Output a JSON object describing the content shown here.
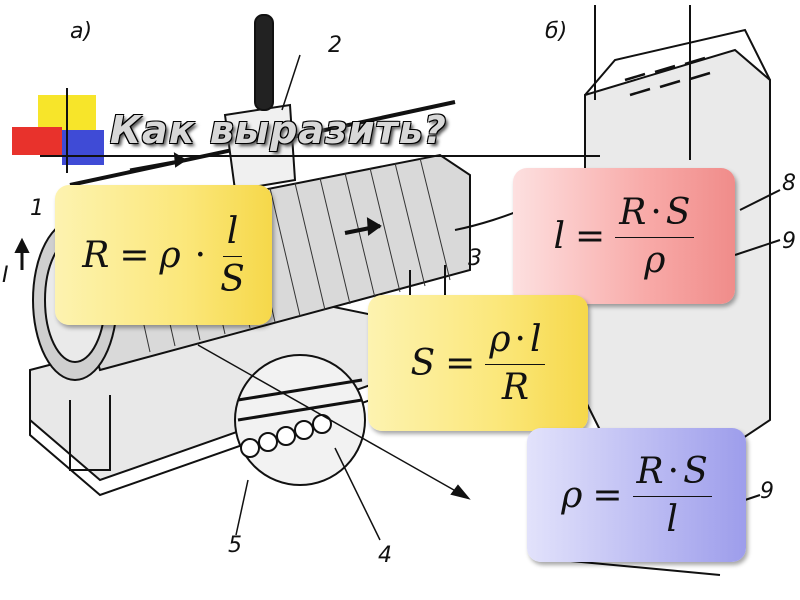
{
  "slide": {
    "title": "Как выразить?",
    "figure_labels": {
      "a": "а)",
      "b": "б)",
      "n1": "1",
      "n2": "2",
      "n3": "3",
      "n4": "4",
      "n5": "5",
      "n8": "8",
      "n9a": "9",
      "n9b": "9",
      "current": "I"
    },
    "formulas": {
      "resistance": {
        "lhs": "R",
        "eq": "=",
        "rho": "ρ",
        "dot": "·",
        "num": "l",
        "den": "S"
      },
      "length": {
        "lhs": "l",
        "eq": "=",
        "num_a": "R",
        "dot": "·",
        "num_b": "S",
        "den": "ρ"
      },
      "area": {
        "lhs": "S",
        "eq": "=",
        "num_a": "ρ",
        "dot": "·",
        "num_b": "l",
        "den": "R"
      },
      "resistivity": {
        "lhs": "ρ",
        "eq": "=",
        "num_a": "R",
        "dot": "·",
        "num_b": "S",
        "den": "l"
      }
    }
  },
  "colors": {
    "yellow_square": "#f7e52a",
    "red_square": "#e8322c",
    "blue_square": "#3f4bd6",
    "formula_yellow": "#f6d84a",
    "formula_pink": "#f08c8a",
    "formula_lavender": "#9d9deb"
  }
}
